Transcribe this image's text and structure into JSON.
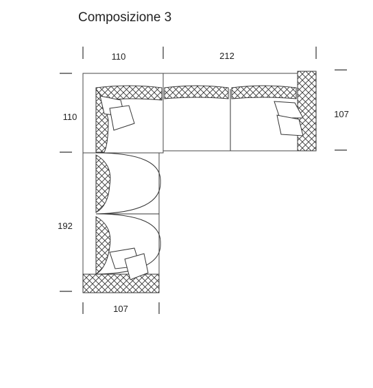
{
  "title": "Composizione 3",
  "dimensions": {
    "top_left_width": "110",
    "top_right_width": "212",
    "left_top_height": "110",
    "right_height": "107",
    "left_bottom_height": "192",
    "bottom_width": "107"
  },
  "colors": {
    "stroke": "#333333",
    "background": "#ffffff"
  }
}
